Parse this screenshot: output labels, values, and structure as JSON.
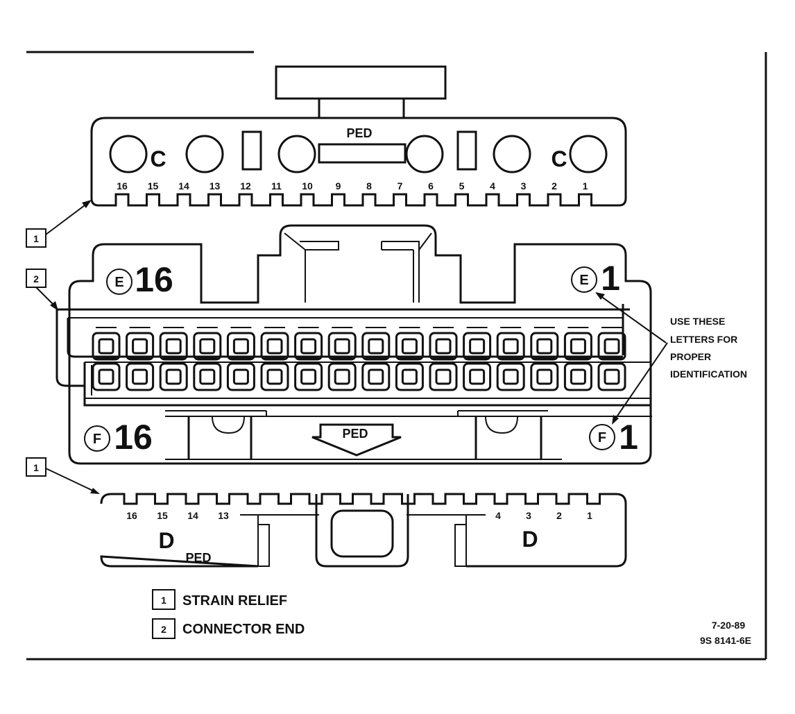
{
  "top_connector": {
    "label": "PED",
    "cavity_letters": [
      "C",
      "C"
    ],
    "pins": [
      "16",
      "15",
      "14",
      "13",
      "12",
      "11",
      "10",
      "9",
      "8",
      "7",
      "6",
      "5",
      "4",
      "3",
      "2",
      "1"
    ]
  },
  "connector_end": {
    "top_left_letter": "E",
    "top_left_number": "16",
    "top_right_letter": "E",
    "top_right_number": "1",
    "bottom_left_letter": "F",
    "bottom_left_number": "16",
    "bottom_right_letter": "F",
    "bottom_right_number": "1",
    "arrow_label": "PED",
    "row_count": 2,
    "cavities_per_row": 16
  },
  "bottom_connector": {
    "left_pins": [
      "16",
      "15",
      "14",
      "13"
    ],
    "right_pins": [
      "4",
      "3",
      "2",
      "1"
    ],
    "left_letter": "D",
    "left_sub": "PED",
    "right_letter": "D"
  },
  "callouts": {
    "callout_1_top": "1",
    "callout_2": "2",
    "callout_1_bottom": "1"
  },
  "note": {
    "lines": [
      "USE THESE",
      "LETTERS FOR",
      "PROPER",
      "IDENTIFICATION"
    ]
  },
  "legend": [
    {
      "num": "1",
      "text": "STRAIN RELIEF"
    },
    {
      "num": "2",
      "text": "CONNECTOR END"
    }
  ],
  "footer": {
    "date": "7-20-89",
    "ref": "9S 8141-6E"
  }
}
